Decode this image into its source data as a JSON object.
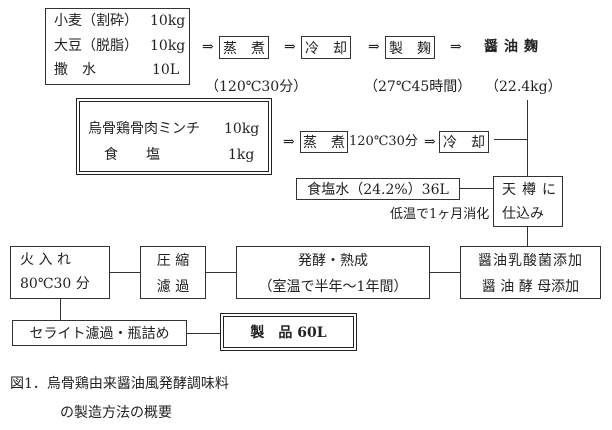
{
  "raw_materials": [
    {
      "name": "小麦（割砕）",
      "amount": "10kg"
    },
    {
      "name": "大豆（脱脂）",
      "amount": "10kg"
    },
    {
      "name": "撒　水",
      "amount": "10L"
    }
  ],
  "arrow": "⇒",
  "steps_top": {
    "steam": "蒸　煮",
    "cool": "冷　却",
    "koji": "製　麹",
    "product": "醤油麹",
    "steam_cond": "（120℃30分）",
    "koji_cond": "（27℃45時間）",
    "product_amount": "（22.4kg）"
  },
  "chicken": [
    {
      "name": "烏骨鶏骨肉ミンチ",
      "amount": "10kg"
    },
    {
      "name": "食　　塩",
      "amount": "1kg"
    }
  ],
  "steps_mid": {
    "steam": "蒸　煮",
    "cond": "120℃30分",
    "cool": "冷　却"
  },
  "brine": "食塩水（24.2%）36L",
  "barrel": [
    "天樽に",
    "仕込み"
  ],
  "digest": "低温で1ヶ月消化",
  "row3": {
    "heat": [
      "火 入 れ",
      "80℃30 分"
    ],
    "press": [
      "圧 縮",
      "濾 過"
    ],
    "ferment": [
      "発酵・熟成",
      "（室温で半年～1年間）"
    ],
    "add": [
      "醤油乳酸菌添加",
      "醤 油 酵 母添加"
    ]
  },
  "bottling": "セライト濾過・瓶詰め",
  "final_product": "製　品 60L",
  "caption": [
    "図1．烏骨鶏由来醤油風発酵調味料",
    "の製造方法の概要"
  ]
}
